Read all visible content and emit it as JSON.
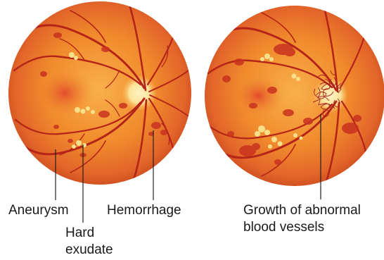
{
  "left_retina": {
    "labels": {
      "aneurysm": "Aneurysm",
      "hard_exudate_line1": "Hard",
      "hard_exudate_line2": "exudate",
      "hemorrhage": "Hemorrhage"
    }
  },
  "right_retina": {
    "labels": {
      "growth_line1": "Growth of abnormal",
      "growth_line2": "blood vessels"
    }
  },
  "colors": {
    "fundus_outer": "#d9531e",
    "fundus_mid": "#f08a2c",
    "fundus_inner": "#f7a744",
    "optic_disc": "#fde8a0",
    "macula": "#e2502a",
    "vessel": "#b42418",
    "hemorrhage": "#c8321f",
    "exudate": "#f8e08a",
    "leader_line": "#222222"
  }
}
